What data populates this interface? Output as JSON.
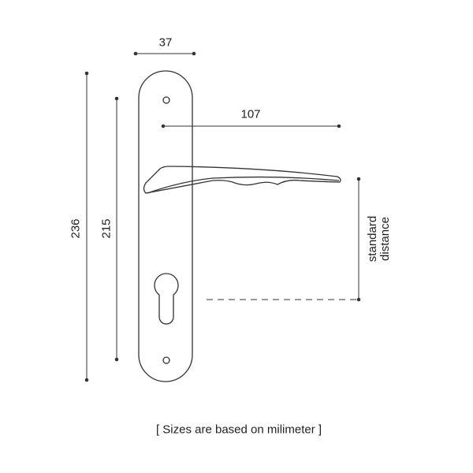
{
  "dimensions": {
    "width": "37",
    "total_height": "236",
    "hole_distance": "215",
    "handle_length": "107",
    "standard_distance_line1": "standard",
    "standard_distance_line2": "distance"
  },
  "footnote": "[ Sizes are based on milimeter ]",
  "colors": {
    "line": "#333333",
    "background": "#ffffff"
  }
}
